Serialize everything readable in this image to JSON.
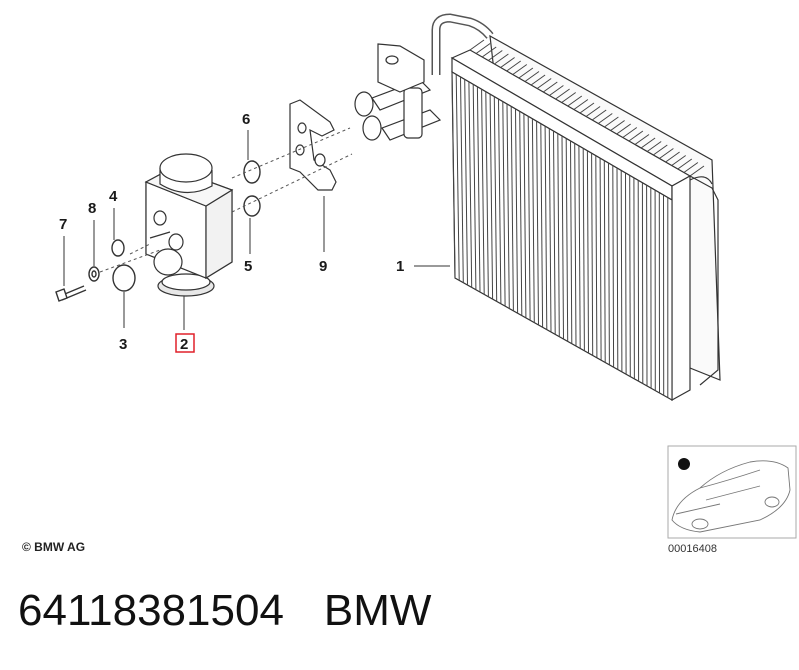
{
  "callouts": {
    "c1": "1",
    "c2": "2",
    "c3": "3",
    "c4": "4",
    "c5": "5",
    "c6": "6",
    "c7": "7",
    "c8": "8",
    "c9": "9"
  },
  "highlight_color": "#e0202a",
  "copyright": "© BMW AG",
  "reference_code": "00016408",
  "footer": {
    "part_number": "64118381504",
    "brand": "BMW"
  }
}
